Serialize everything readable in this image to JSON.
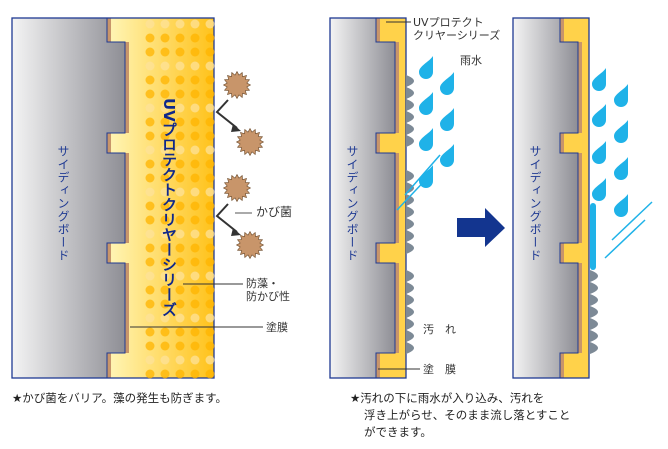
{
  "left_panel": {
    "board_label": "サイディングボード",
    "coating_label": "UVプロテクトクリヤーシリーズ",
    "mold_label": "かび菌",
    "property_label_1": "防藻・",
    "property_label_2": "防かび性",
    "film_label": "塗膜",
    "caption": "★かび菌をバリア。藻の発生も防ぎます。"
  },
  "right_panel": {
    "coating_label_1": "UVプロテクト",
    "coating_label_2": "クリヤーシリーズ",
    "rain_label": "雨水",
    "dirt_label": "汚　れ",
    "film_label": "塗　膜",
    "board_label_before": "サイディングボード",
    "board_label_after": "サイディングボード",
    "caption_lines": [
      "★汚れの下に雨水が入り込み、汚れを",
      "浮き上がらせ、そのまま流し落とすこと",
      "ができます。"
    ]
  },
  "colors": {
    "outline": "#1f3a93",
    "coat": "#ffd24a",
    "film": "#c8956a",
    "water": "#1fb2e8",
    "dirt": "#7d8a96",
    "arrow": "#13358f",
    "mold": "#c8956a"
  }
}
